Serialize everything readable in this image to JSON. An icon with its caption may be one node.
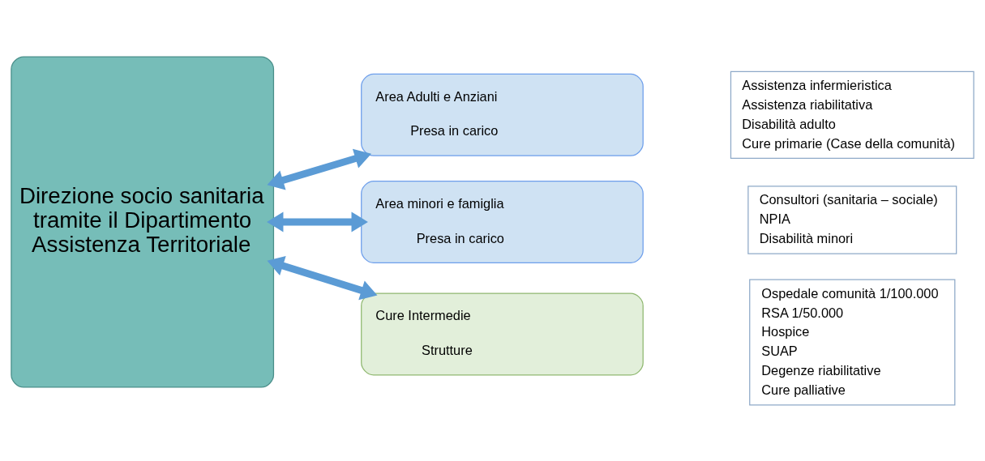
{
  "diagram": {
    "nodes": [
      {
        "text": [
          "Direzione socio sanitaria tramite il Dipartimento Assistenza Territoriale"
        ]
      },
      {
        "text": [
          "Area Adulti e Anziani",
          "Presa in carico"
        ]
      },
      {
        "text": [
          "Assistenza infermieristica",
          "Assistenza riabilitativa",
          "Disabilità adulto",
          "Cure primarie (Case della comunità)"
        ]
      },
      {
        "text": [
          "Area minori e famiglia",
          "Presa in carico"
        ]
      },
      {
        "text": [
          "Consultori (sanitaria – sociale)",
          "NPIA",
          "Disabilità minori"
        ]
      },
      {
        "text": [
          "Cure Intermedie",
          "Strutture"
        ]
      },
      {
        "text": [
          "Ospedale comunità 1/100.000",
          "RSA 1/50.000",
          "Hospice",
          "SUAP",
          "Degenze riabilitative",
          "Cure palliative"
        ]
      }
    ],
    "edges": [
      {
        "from": 0,
        "to": 1,
        "arrow": "both"
      },
      {
        "from": 0,
        "to": 3,
        "arrow": "both"
      },
      {
        "from": 0,
        "to": 5,
        "arrow": "both"
      }
    ]
  }
}
